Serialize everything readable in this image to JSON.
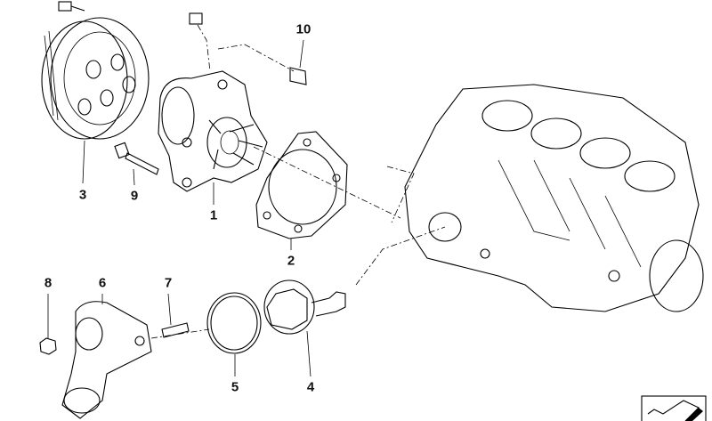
{
  "callouts": [
    {
      "id": "10",
      "part": "stud-bolt"
    },
    {
      "id": "3",
      "part": "pulley"
    },
    {
      "id": "9",
      "part": "bolt"
    },
    {
      "id": "1",
      "part": "water-pump"
    },
    {
      "id": "2",
      "part": "gasket"
    },
    {
      "id": "8",
      "part": "nut"
    },
    {
      "id": "6",
      "part": "thermostat-housing"
    },
    {
      "id": "7",
      "part": "stud"
    },
    {
      "id": "5",
      "part": "o-ring"
    },
    {
      "id": "4",
      "part": "thermostat"
    }
  ],
  "icon": "diagram-view-icon"
}
